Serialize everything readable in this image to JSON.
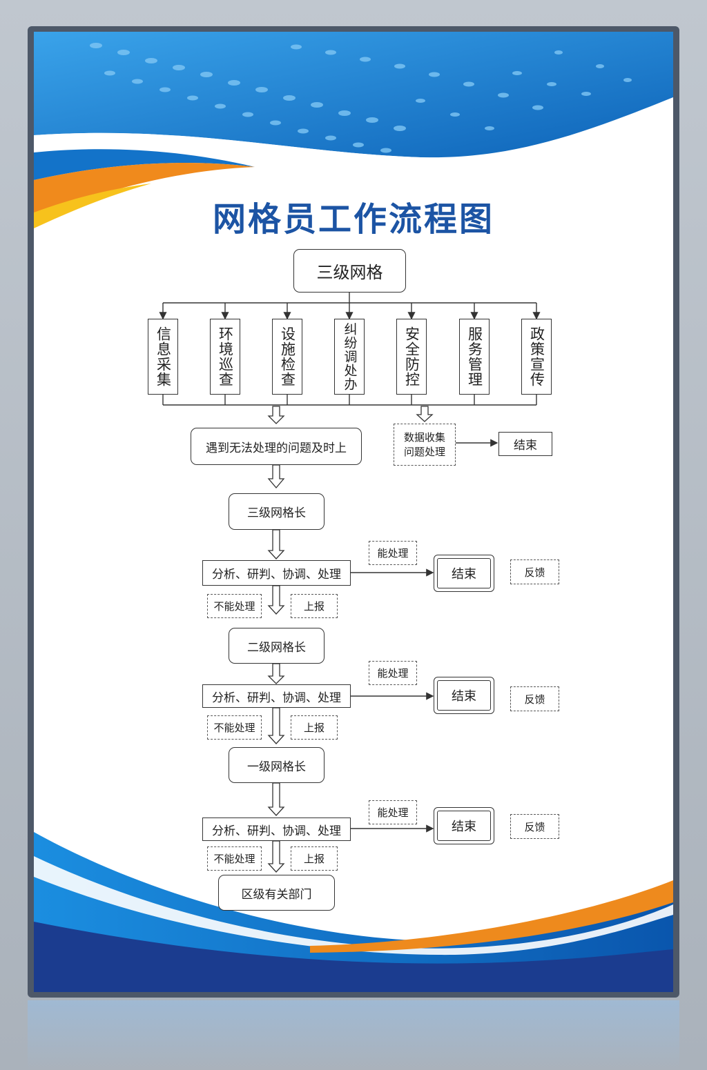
{
  "title": "网格员工作流程图",
  "top_box": "三级网格",
  "categories": [
    "信息采集",
    "环境巡查",
    "设施检查",
    "纠纷调处办",
    "安全防控",
    "服务管理",
    "政策宣传"
  ],
  "report_box": "遇到无法处理的问题及时上",
  "data_box": {
    "line1": "数据收集",
    "line2": "问题处理"
  },
  "end_label": "结束",
  "levels": [
    {
      "head": "三级网格长",
      "analysis": "分析、研判、协调、处理",
      "can": "能处理",
      "end": "结束",
      "feedback": "反馈",
      "cannot": "不能处理",
      "report": "上报"
    },
    {
      "head": "二级网格长",
      "analysis": "分析、研判、协调、处理",
      "can": "能处理",
      "end": "结束",
      "feedback": "反馈",
      "cannot": "不能处理",
      "report": "上报"
    },
    {
      "head": "一级网格长",
      "analysis": "分析、研判、协调、处理",
      "can": "能处理",
      "end": "结束",
      "feedback": "反馈",
      "cannot": "不能处理",
      "report": "上报"
    }
  ],
  "final_box": "区级有关部门",
  "colors": {
    "title": "#1c54a4",
    "blue": "#1580d6",
    "dark_blue": "#1b3c8f",
    "orange": "#ee8a1d",
    "frame": "#4d5868"
  }
}
